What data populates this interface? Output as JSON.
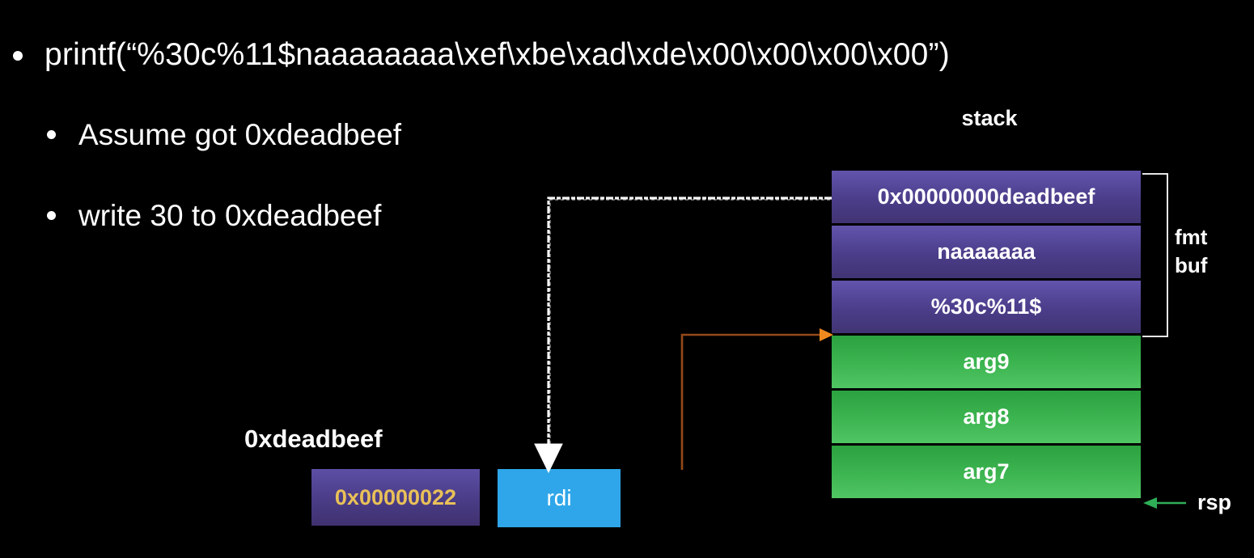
{
  "slide": {
    "bullet_main": "printf(“%30c%11$naaaaaaaa\\xef\\xbe\\xad\\xde\\x00\\x00\\x00\\x00”)",
    "sub_bullets": [
      "Assume got 0xdeadbeef",
      "write 30 to 0xdeadbeef"
    ]
  },
  "diagram": {
    "stack_label": "stack",
    "stack_rows": [
      {
        "label": "0x00000000deadbeef",
        "kind": "fmt-buf"
      },
      {
        "label": "naaaaaaa",
        "kind": "fmt-buf"
      },
      {
        "label": "%30c%11$",
        "kind": "fmt-buf"
      },
      {
        "label": "arg9",
        "kind": "arg"
      },
      {
        "label": "arg8",
        "kind": "arg"
      },
      {
        "label": "arg7",
        "kind": "arg"
      }
    ],
    "fmt_buf_lines": [
      "fmt",
      "buf"
    ],
    "rsp_label": "rsp",
    "got_address_label": "0xdeadbeef",
    "got_value": "0x00000022",
    "rdi_label": "rdi"
  },
  "colors": {
    "background": "#000000",
    "fmt_buf_box": "#4b3d89",
    "arg_box": "#3db551",
    "rdi_box": "#2fa6e9",
    "got_value_text": "#e9c158",
    "write_arrow": "#ffffff",
    "rdi_arrow_line": "#94491a",
    "rdi_arrow_head": "#f08a1e",
    "rsp_arrow": "#2fae57"
  }
}
